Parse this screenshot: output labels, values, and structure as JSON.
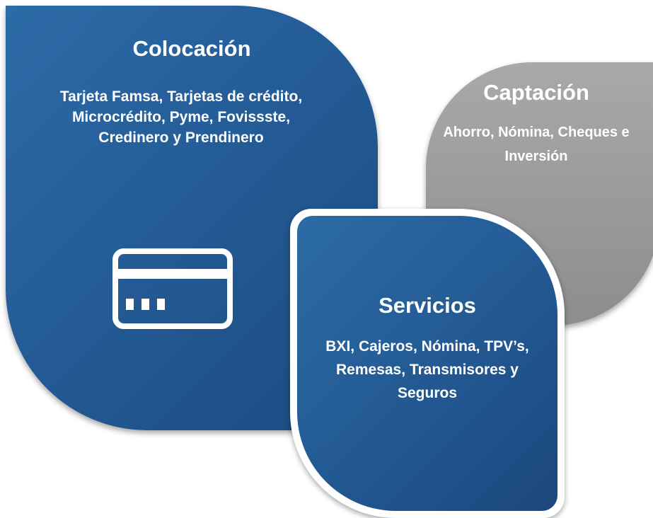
{
  "colocacion": {
    "title": "Colocación",
    "body": "Tarjeta Famsa, Tarjetas de crédito, Microcrédito, Pyme, Fovissste, Credinero y Prendinero",
    "icon": "credit-card-icon",
    "color": "#245c97"
  },
  "captacion": {
    "title": "Captación",
    "body": "Ahorro, Nómina, Cheques e Inversión",
    "color": "#9b9b9b"
  },
  "servicios": {
    "title": "Servicios",
    "body": "BXI, Cajeros, Nómina, TPV’s, Remesas, Transmisores y Seguros",
    "color": "#245c96"
  }
}
